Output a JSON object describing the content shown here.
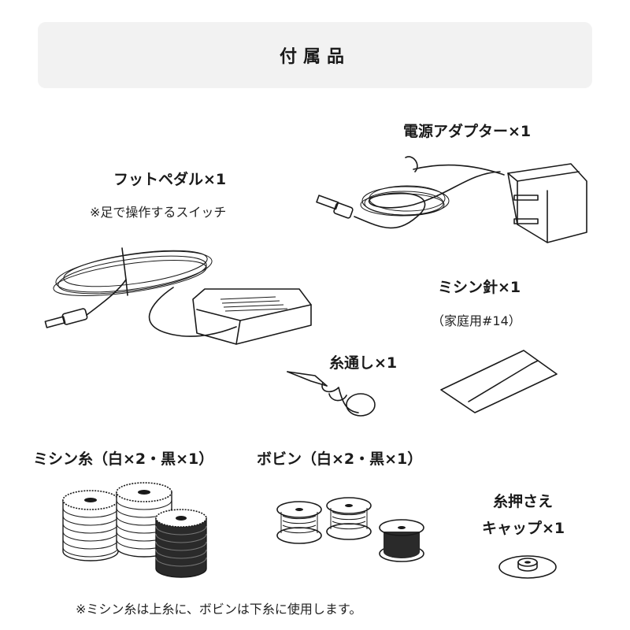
{
  "header": {
    "title": "付属品"
  },
  "items": {
    "foot_pedal": {
      "label": "フットペダル×1",
      "note": "※足で操作するスイッチ"
    },
    "power_adapter": {
      "label": "電源アダプター×1"
    },
    "needle": {
      "label": "ミシン針×1",
      "note": "（家庭用#14）"
    },
    "threader": {
      "label": "糸通し×1"
    },
    "thread": {
      "label": "ミシン糸（白×2・黒×1）"
    },
    "bobbin": {
      "label": "ボビン（白×2・黒×1）"
    },
    "spool_cap": {
      "label_line1": "糸押さえ",
      "label_line2": "キャップ×1"
    }
  },
  "footer": {
    "note": "※ミシン糸は上糸に、ボビンは下糸に使用します。"
  }
}
